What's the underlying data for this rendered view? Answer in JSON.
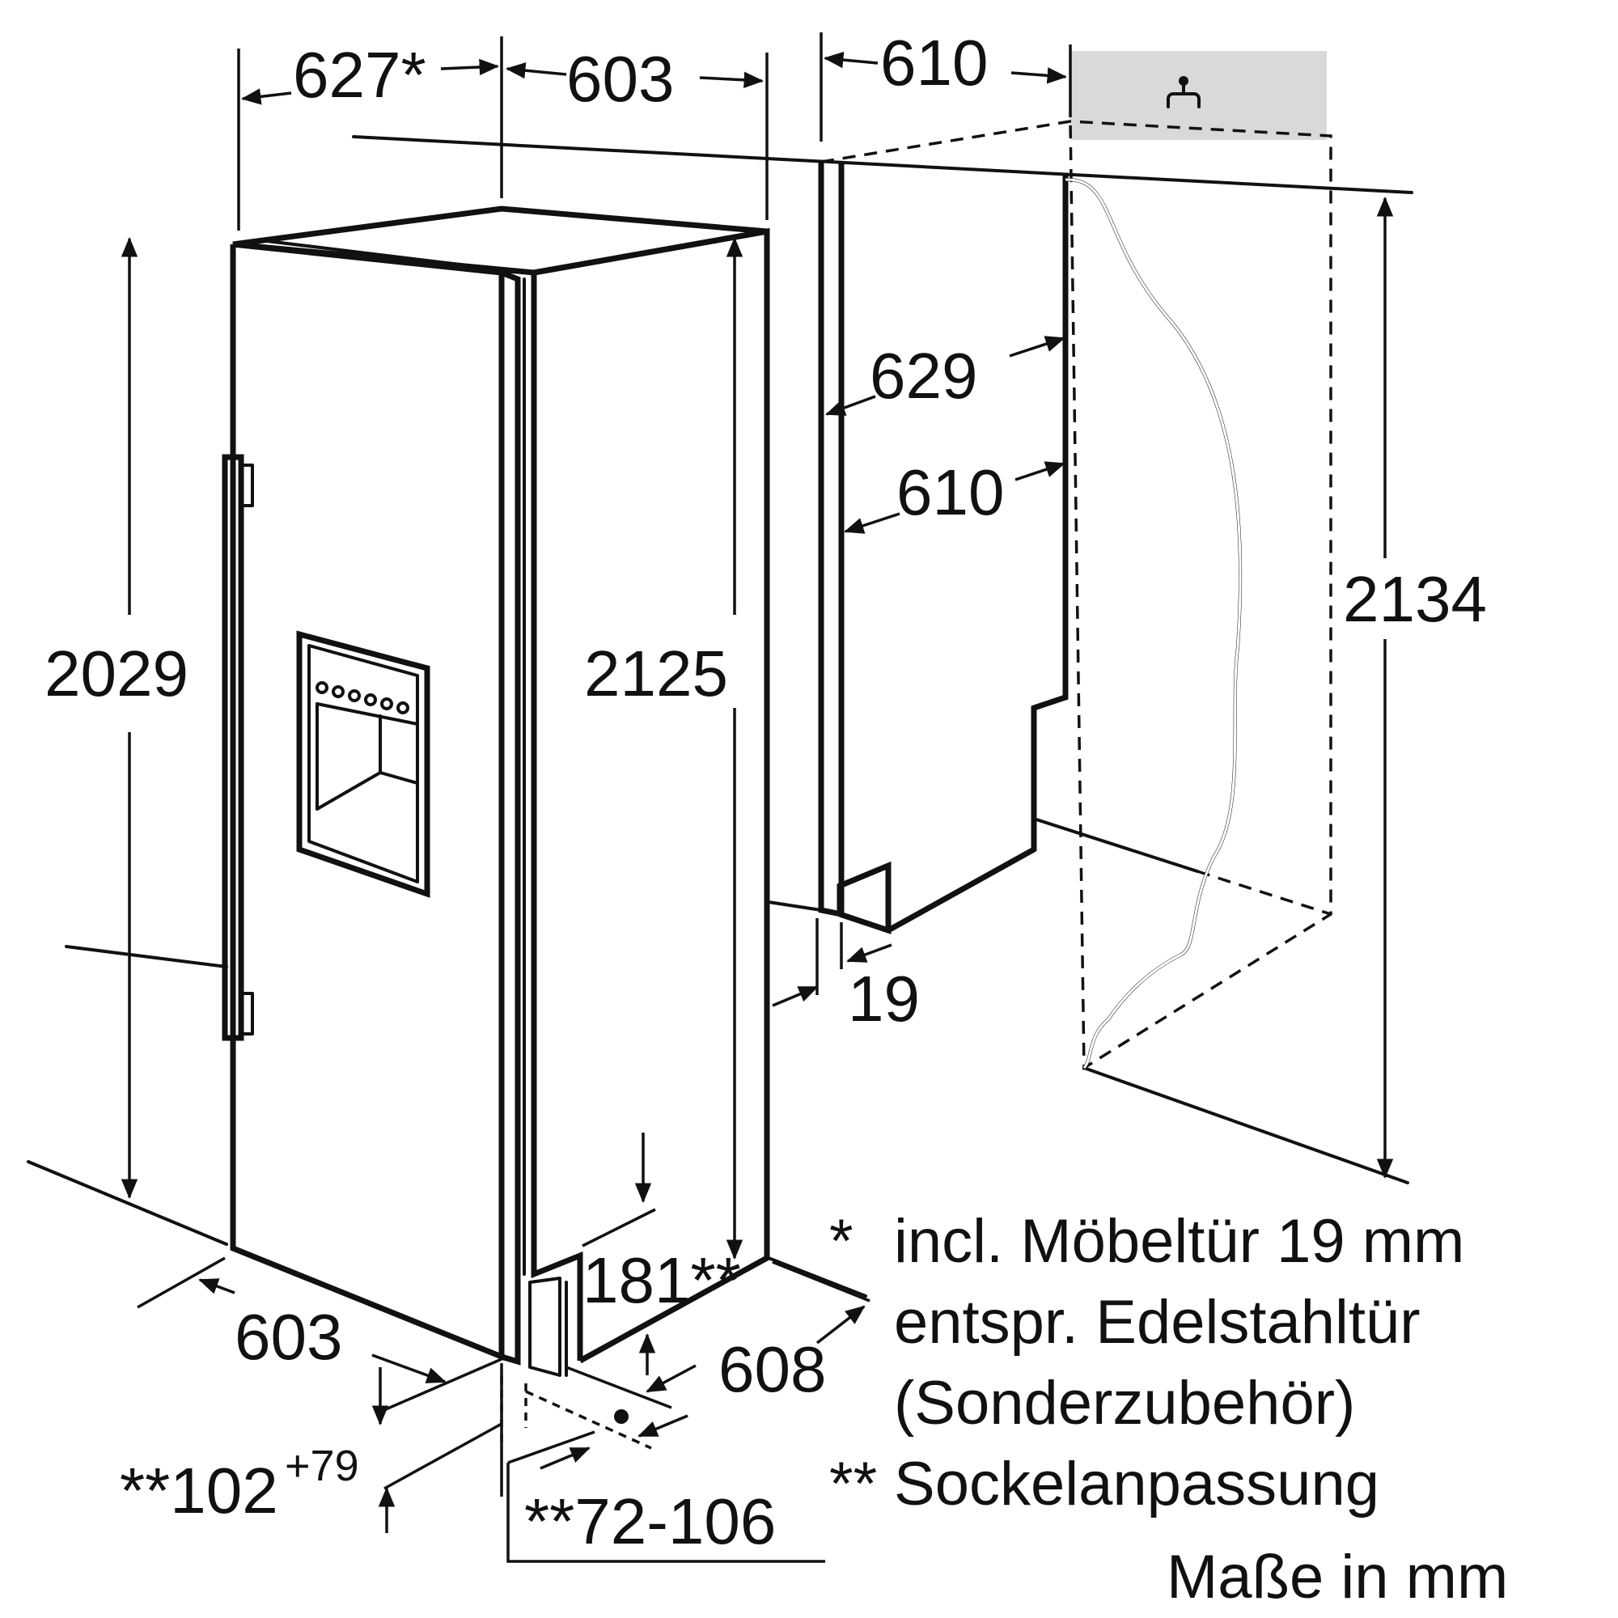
{
  "dimensions": {
    "unit_width_incl_door": "627*",
    "unit_width": "603",
    "unit_depth": "610",
    "niche_depth_outer": "629",
    "niche_depth_inner": "610",
    "height_unit": "2029",
    "height_door": "2125",
    "height_niche": "2134",
    "base_width": "603",
    "base_depth": "608",
    "door_thickness": "19",
    "plinth_height": "181**",
    "plinth_adjust_main": "**102",
    "plinth_adjust_sup": "+79",
    "plinth_range": "**72-106"
  },
  "notes": [
    {
      "mark": "*",
      "text": "incl. Möbeltür 19 mm"
    },
    {
      "mark": "",
      "text": "entspr. Edelstahltür"
    },
    {
      "mark": "",
      "text": "(Sonderzubehör)"
    },
    {
      "mark": "**",
      "text": "Sockelanpassung"
    }
  ],
  "units_caption": "Maße in mm",
  "icons": {
    "water_connection": "water-tap-icon"
  },
  "colors": {
    "line": "#111111",
    "ceiling_shade": "#d9d9d9"
  }
}
